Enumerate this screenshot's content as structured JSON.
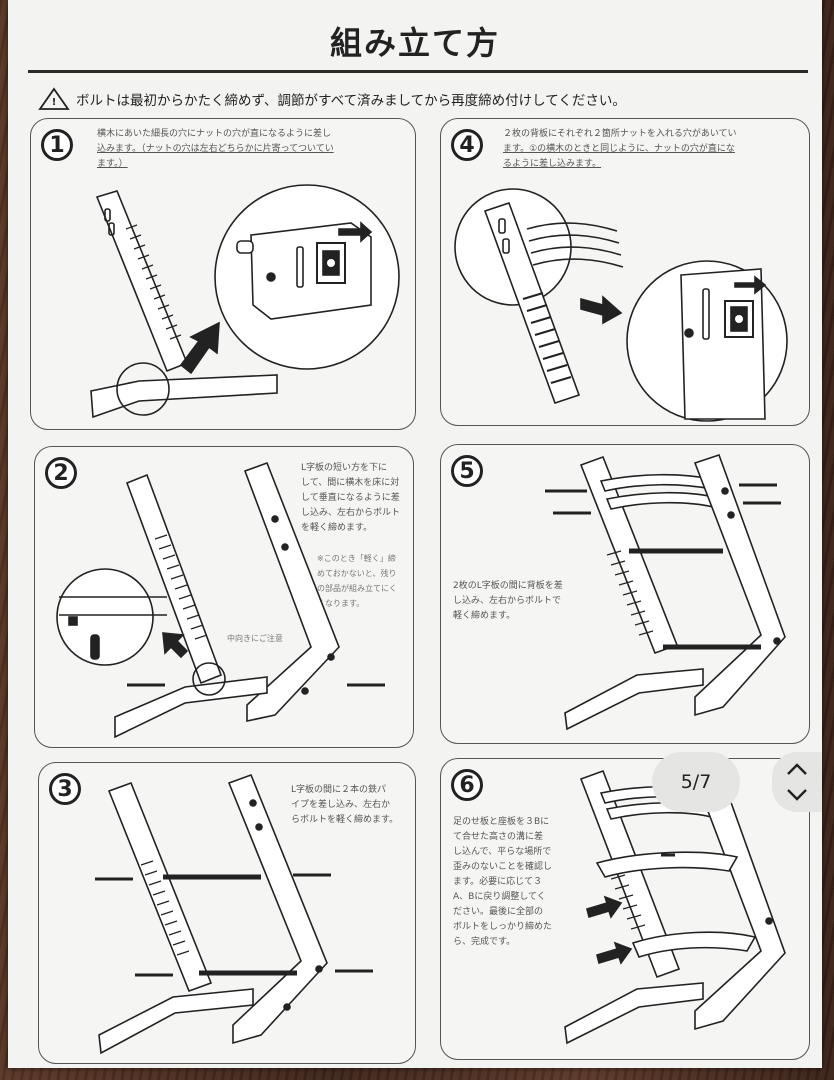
{
  "title": "組み立て方",
  "warning": "ボルトは最初からかたく締めず、調節がすべて済みましてから再度締め付けしてください。",
  "steps": [
    {
      "num": "1",
      "lines": [
        "横木にあいた細長の穴にナットの穴が直になるように差し",
        "込みます。（ナットの穴は左右どちらかに片寄ってついてい",
        "ます。）"
      ]
    },
    {
      "num": "4",
      "lines": [
        "２枚の背板にそれぞれ２箇所ナットを入れる穴があいてい",
        "ます。①の横木のときと同じように、ナットの穴が直にな",
        "るように差し込みます。"
      ]
    },
    {
      "num": "2",
      "lines": [
        "L字板の短い方を下に",
        "して、間に横木を床に対",
        "して垂直になるように差",
        "し込み、左右からボルト",
        "を軽く締めます。"
      ],
      "note": [
        "※このとき「軽く」締",
        "めておかないと、残り",
        "の部品が組み立てにく",
        "くなります。"
      ],
      "callout": "中向きにご注意"
    },
    {
      "num": "5",
      "lines": [
        "2枚のL字板の間に背板を差",
        "し込み、左右からボルトで",
        "軽く締めます。"
      ]
    },
    {
      "num": "3",
      "lines": [
        "L字板の間に２本の鉄パ",
        "イプを差し込み、左右か",
        "らボルトを軽く締めます。"
      ]
    },
    {
      "num": "6",
      "lines": [
        "足のせ板と座板を３Bに",
        "て合せた高さの溝に差",
        "し込んで、平らな場所で",
        "歪みのないことを確認し",
        "ます。必要に応じて３",
        "A、Bに戻り調整してく",
        "ださい。最後に全部の",
        "ボルトをしっかり締めた",
        "ら、完成です。"
      ]
    }
  ],
  "pager": {
    "label": "5/7"
  },
  "icons": {
    "warning": "warning-icon",
    "chevron_up": "chevron-up-icon",
    "chevron_down": "chevron-down-icon"
  }
}
